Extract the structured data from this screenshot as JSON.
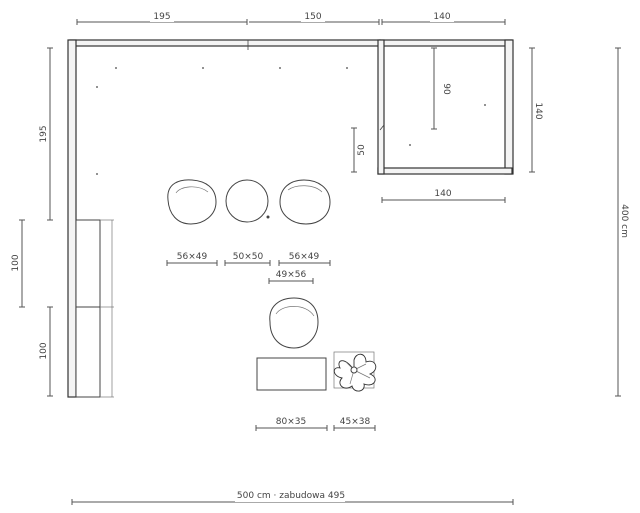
{
  "dimensions": {
    "top_left": "195",
    "top_middle": "150",
    "top_right": "140",
    "left_upper": "195",
    "left_middle": "100",
    "left_lower": "100",
    "right_inner_height": "140",
    "right_outer_height": "400 cm",
    "alcove_depth": "90",
    "step_depth": "50",
    "alcove_width": "140",
    "bottom_total": "500 cm · zabudowa 495"
  },
  "furniture": {
    "chair_left": "56×49",
    "stool": "50×50",
    "chair_right": "56×49",
    "armchair": "49×56",
    "table": "80×35",
    "plant": "45×38"
  }
}
